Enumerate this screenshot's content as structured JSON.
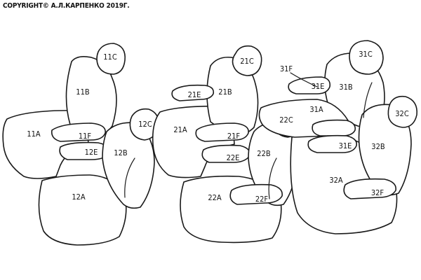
{
  "copyright": "COPYRIGHT© А.Л.КАРПЕНКО 2019Г.",
  "labels": {
    "p11C": "11C",
    "p11B": "11B",
    "p11A": "11A",
    "p11F": "11F",
    "p12C": "12C",
    "p12E": "12E",
    "p12B": "12B",
    "p12A": "12A",
    "p21C": "21C",
    "p21E": "21E",
    "p21B": "21B",
    "p21A": "21A",
    "p21F": "21F",
    "p22C": "22C",
    "p22E": "22E",
    "p22B": "22B",
    "p22A": "22A",
    "p22F": "22F",
    "p31C": "31C",
    "p31F": "31F",
    "p31E": "31E",
    "p31B": "31B",
    "p31A": "31A",
    "p31E2": "31E",
    "p32C": "32C",
    "p32B": "32B",
    "p32A": "32A",
    "p32F": "32F"
  }
}
